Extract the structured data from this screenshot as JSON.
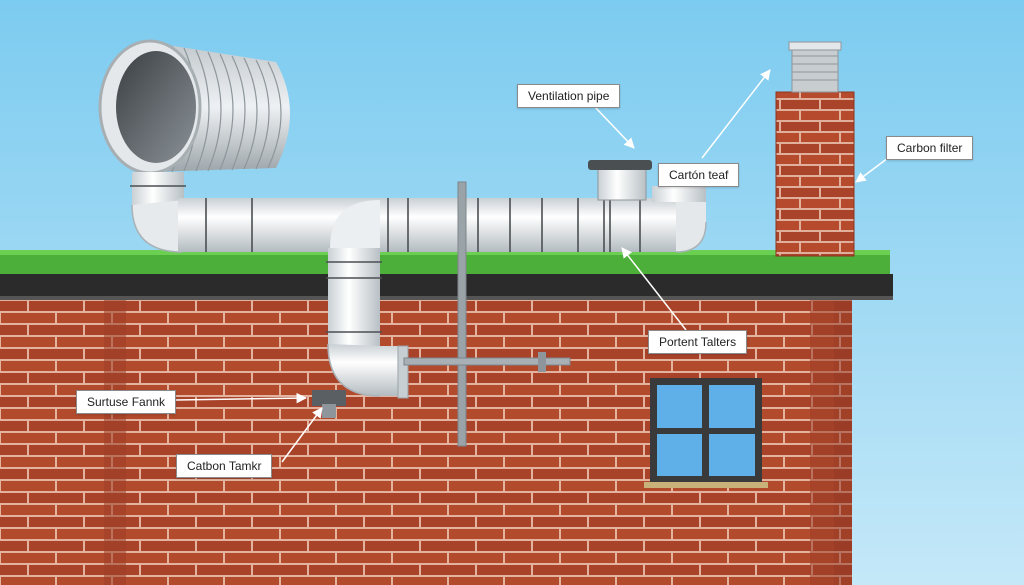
{
  "colors": {
    "sky_top": "#7ccbf0",
    "sky_bottom": "#bfe6f7",
    "brick": "#b24a2c",
    "mortar": "#e3b39f",
    "grass": "#4caf3a",
    "roof_edge": "#2b2b2b",
    "pipe": "#f2f4f5",
    "pipe_shadow": "#c7cdd1",
    "metal": "#9aa3a8",
    "window_glass": "#5fb0e8",
    "window_frame": "#3a3a3a"
  },
  "labels": {
    "ventilation_pipe": "Ventilation pipe",
    "carbon_filter": "Carbon filter",
    "carton_teaf": "Cartón teaf",
    "portent_talters": "Portent Talters",
    "surtuse_fannk": "Surtuse Fannk",
    "catbon_tamkr": "Catbon Tamkr"
  }
}
